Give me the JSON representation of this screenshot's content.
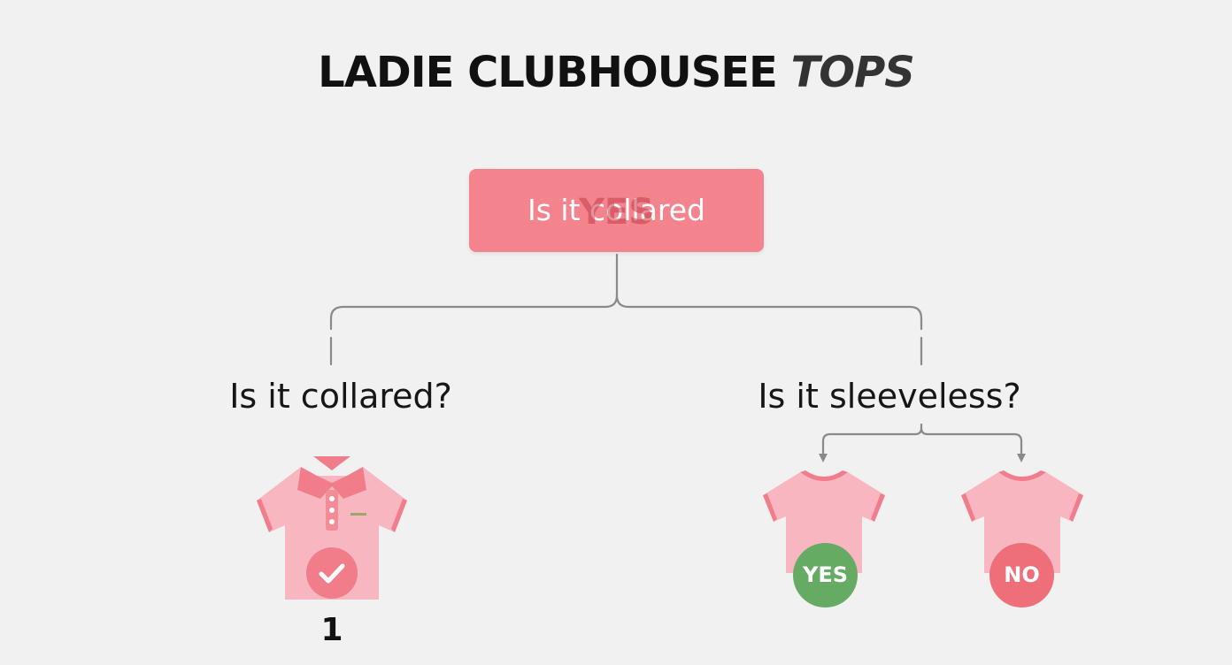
{
  "title": {
    "main": "LADIE CLUBHOUSEE",
    "emphasis": "TOPS"
  },
  "root_node": {
    "label": "Is it collared",
    "overlay": "YES",
    "color": "#f3848e"
  },
  "branches": {
    "left": {
      "question": "Is it collared?",
      "shirt_icon": "polo-shirt-icon",
      "badge_icon": "checkmark-icon",
      "count": "1"
    },
    "right": {
      "question": "Is it sleeveless?",
      "options": [
        {
          "shirt_icon": "t-shirt-icon",
          "badge": "YES",
          "color": "#66ab63"
        },
        {
          "shirt_icon": "t-shirt-icon",
          "badge": "NO",
          "color": "#ee6e7a"
        }
      ]
    }
  },
  "colors": {
    "shirt_body": "#f8b6c1",
    "shirt_accent": "#f07d89",
    "connector": "#8a8a8a",
    "background": "#f1f1f1"
  }
}
